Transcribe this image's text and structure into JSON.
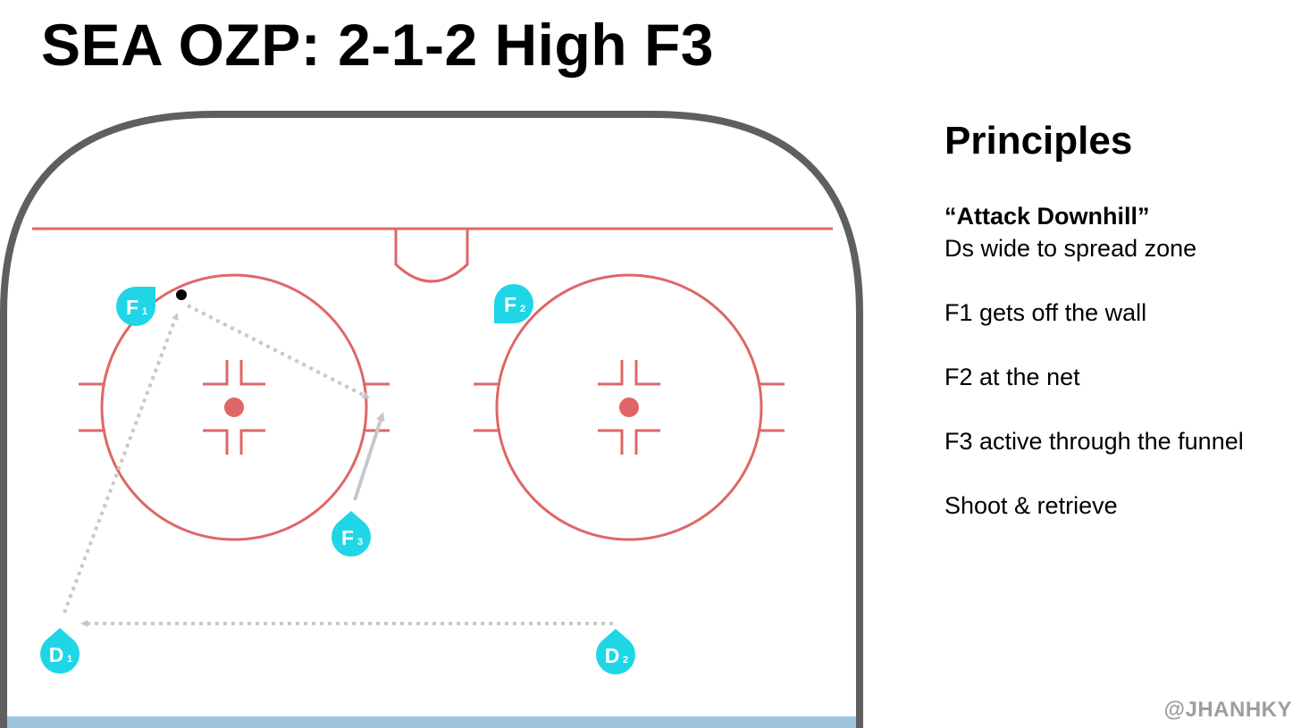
{
  "title": "SEA OZP: 2-1-2 High F3",
  "principles": {
    "heading": "Principles",
    "items": [
      "“Attack Downhill”",
      "Ds wide to spread zone",
      "F1 gets off the wall",
      "F2 at the net",
      "F3 active through the funnel",
      "Shoot & retrieve"
    ]
  },
  "players": [
    {
      "id": "F1",
      "letter": "F",
      "sub": "1"
    },
    {
      "id": "F2",
      "letter": "F",
      "sub": "2"
    },
    {
      "id": "F3",
      "letter": "F",
      "sub": "3"
    },
    {
      "id": "D1",
      "letter": "D",
      "sub": "1"
    },
    {
      "id": "D2",
      "letter": "D",
      "sub": "2"
    }
  ],
  "watermark": "@JHANHKY",
  "colors": {
    "rink_boards": "#5f5f5f",
    "rink_lines": "#e06666",
    "blue_line": "#9fc5dd",
    "player": "#1fd6e6",
    "pass_path": "#c8c8c8",
    "puck": "#000000",
    "watermark": "#9e9e9e"
  }
}
